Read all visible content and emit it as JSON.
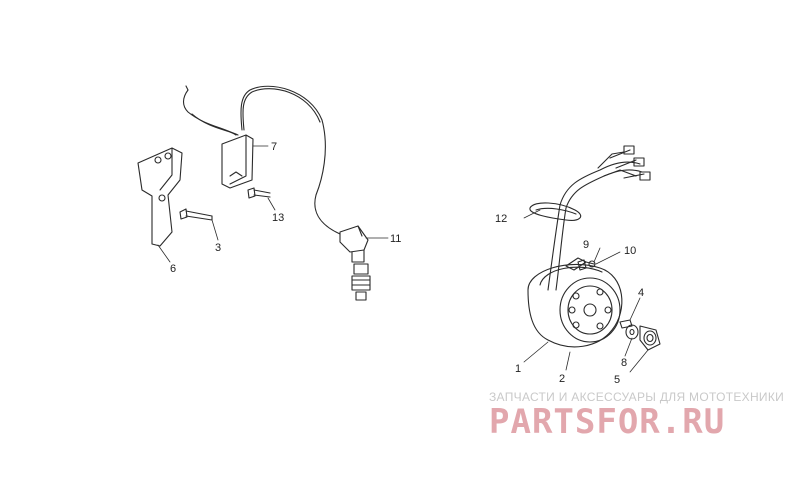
{
  "callouts": {
    "c1": "1",
    "c2": "2",
    "c3": "3",
    "c4": "4",
    "c5": "5",
    "c6": "6",
    "c7": "7",
    "c8": "8",
    "c9": "9",
    "c10": "10",
    "c11": "11",
    "c12": "12",
    "c13": "13"
  },
  "watermark": {
    "tagline": "ЗАПЧАСТИ И АКСЕССУАРЫ ДЛЯ МОТОТЕХНИКИ",
    "logo": "PARTSFOR.RU"
  },
  "colors": {
    "line": "#2b2b2b",
    "watermark_logo": "#e2a7ad",
    "watermark_text": "#c9c9c9"
  }
}
